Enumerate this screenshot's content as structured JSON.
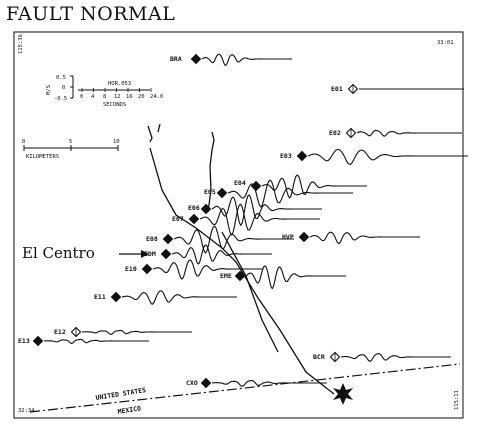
{
  "title": "FAULT NORMAL",
  "annotation": "El Centro",
  "corner_labels": {
    "top_left": "115:36",
    "top_right": "33:01",
    "bottom_left": "32:34",
    "bottom_right": "115:11"
  },
  "scale_legend": {
    "velocity_ticks": [
      "0.5",
      "0",
      "-0.5"
    ],
    "velocity_unit": "M/S",
    "station_ref": "HOR.053",
    "time_ticks": [
      "0",
      "4",
      "8",
      "12",
      "16",
      "20",
      "24.0"
    ],
    "time_unit": "SECONDS",
    "distance_ticks": [
      "0",
      "5",
      "10"
    ],
    "distance_unit": "KILOMETERS"
  },
  "border_labels": {
    "us": "UNITED STATES",
    "mexico": "MEXICO"
  },
  "stations": [
    {
      "id": "BRA"
    },
    {
      "id": "E01"
    },
    {
      "id": "E02"
    },
    {
      "id": "E03"
    },
    {
      "id": "E04"
    },
    {
      "id": "E05"
    },
    {
      "id": "E06"
    },
    {
      "id": "E07"
    },
    {
      "id": "E08"
    },
    {
      "id": "EDM"
    },
    {
      "id": "E10"
    },
    {
      "id": "E11"
    },
    {
      "id": "E12"
    },
    {
      "id": "E13"
    },
    {
      "id": "HVP"
    },
    {
      "id": "EME"
    },
    {
      "id": "BCR"
    },
    {
      "id": "CXO"
    }
  ],
  "icons": {
    "epicenter": "epicenter-star-icon",
    "station": "station-diamond-icon"
  }
}
